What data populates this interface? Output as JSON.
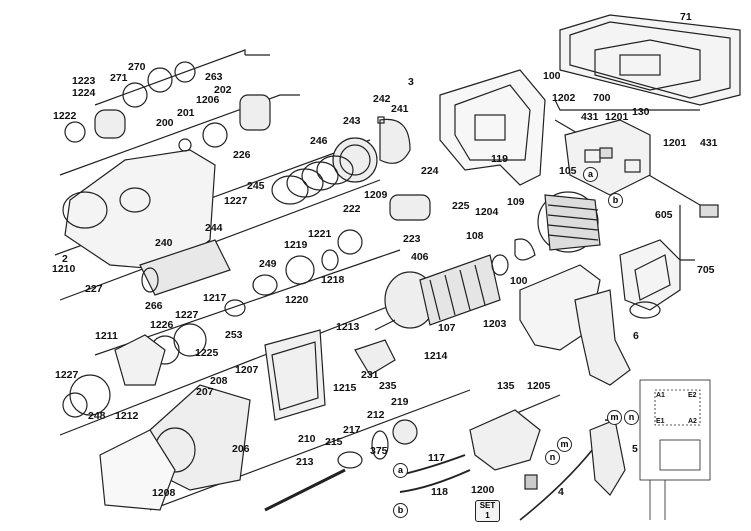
{
  "diagram": {
    "labels": [
      "71",
      "270",
      "263",
      "1223",
      "271",
      "1224",
      "3",
      "100",
      "700",
      "1202",
      "242",
      "241",
      "202",
      "1222",
      "201",
      "1206",
      "243",
      "200",
      "246",
      "431",
      "1201",
      "130",
      "119",
      "226",
      "1227",
      "245",
      "224",
      "1201",
      "431",
      "1209",
      "105",
      "244",
      "222",
      "225",
      "1204",
      "109",
      "605",
      "1221",
      "2",
      "240",
      "1219",
      "223",
      "108",
      "705",
      "1210",
      "406",
      "227",
      "1218",
      "1217",
      "249",
      "100",
      "266",
      "1220",
      "1227",
      "253",
      "1226",
      "1203",
      "1211",
      "1225",
      "1213",
      "107",
      "1214",
      "6",
      "231",
      "235",
      "1207",
      "1215",
      "208",
      "207",
      "1227",
      "248",
      "1212",
      "135",
      "1205",
      "212",
      "219",
      "217",
      "215",
      "210",
      "375",
      "5",
      "213",
      "206",
      "117",
      "1208",
      "118",
      "1200",
      "4"
    ],
    "circle_letters": [
      "a",
      "b",
      "m",
      "n",
      "m",
      "n",
      "a",
      "b"
    ],
    "set_box": {
      "top": "SET",
      "bottom": "1"
    },
    "schematic_labels": [
      "A1",
      "E2",
      "E1",
      "A2"
    ]
  }
}
